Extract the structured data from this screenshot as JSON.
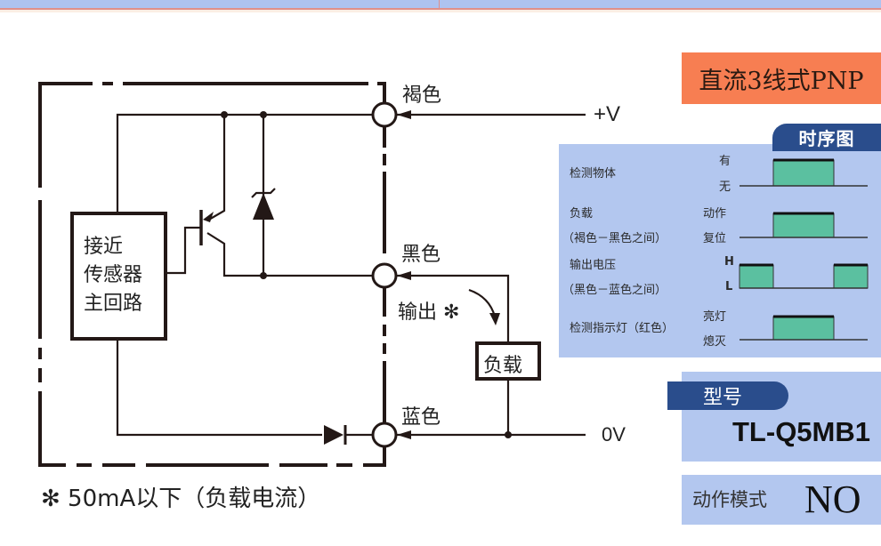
{
  "diagram": {
    "sensor_block": [
      "接近",
      "传感器",
      "主回路"
    ],
    "wires": {
      "brown": "褐色",
      "black": "黑色",
      "blue": "蓝色"
    },
    "supply": {
      "positive": "+V",
      "zero": "0V"
    },
    "output_label": "输出 ✻",
    "load_label": "负载",
    "footnote": "✻ 50mA以下（负载电流）"
  },
  "title_badge": "直流3线式PNP",
  "timing_chart": {
    "title": "时序图",
    "rows": [
      {
        "name": "检测物体",
        "sub": "",
        "high_label": "有",
        "low_label": "无",
        "pattern": "pulse"
      },
      {
        "name": "负载",
        "sub": "（褐色－黑色之间）",
        "high_label": "动作",
        "low_label": "复位",
        "pattern": "pulse"
      },
      {
        "name": "输出电压",
        "sub": "（黑色－蓝色之间）",
        "high_label": "H",
        "low_label": "L",
        "pattern": "inverted"
      },
      {
        "name": "检测指示灯（红色）",
        "sub": "",
        "high_label": "亮灯",
        "low_label": "熄灭",
        "pattern": "pulse"
      }
    ],
    "fill_color": "#5bc0a0"
  },
  "model": {
    "label": "型号",
    "value": "TL-Q5MB1"
  },
  "mode": {
    "label": "动作模式",
    "value": "NO"
  },
  "colors": {
    "title_badge_bg": "#f77e52",
    "panel_bg": "#b3c7ef",
    "tab_bg": "#2a4d8c"
  }
}
